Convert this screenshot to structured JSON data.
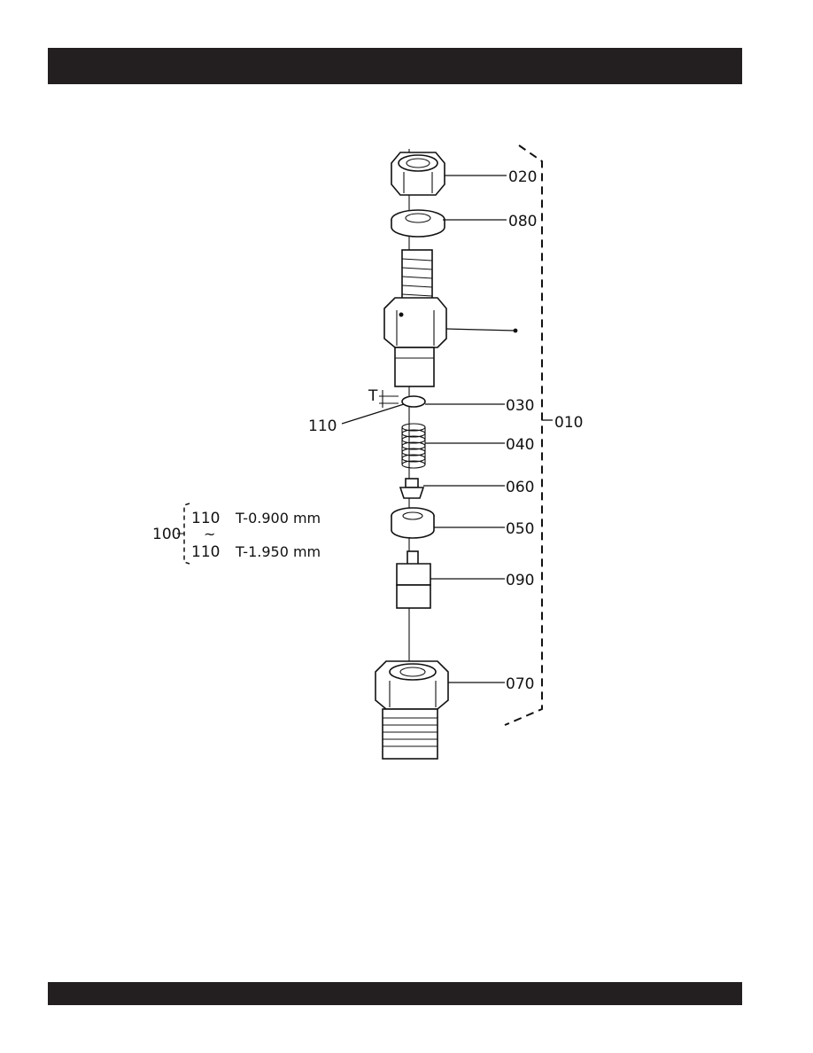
{
  "callouts": {
    "p020": "020",
    "p080": "080",
    "p030": "030",
    "p010": "010",
    "p110": "110",
    "p040": "040",
    "p060": "060",
    "p050": "050",
    "p090": "090",
    "p070": "070",
    "thickness_mark": "T"
  },
  "shim_table": {
    "assembly_ref": "100",
    "row1_part": "110",
    "row1_spec": "T-0.900 mm",
    "tilde": "~",
    "row2_part": "110",
    "row2_spec": "T-1.950 mm"
  },
  "colors": {
    "header_bar": "#231f20",
    "line": "#111111",
    "background": "#ffffff"
  }
}
